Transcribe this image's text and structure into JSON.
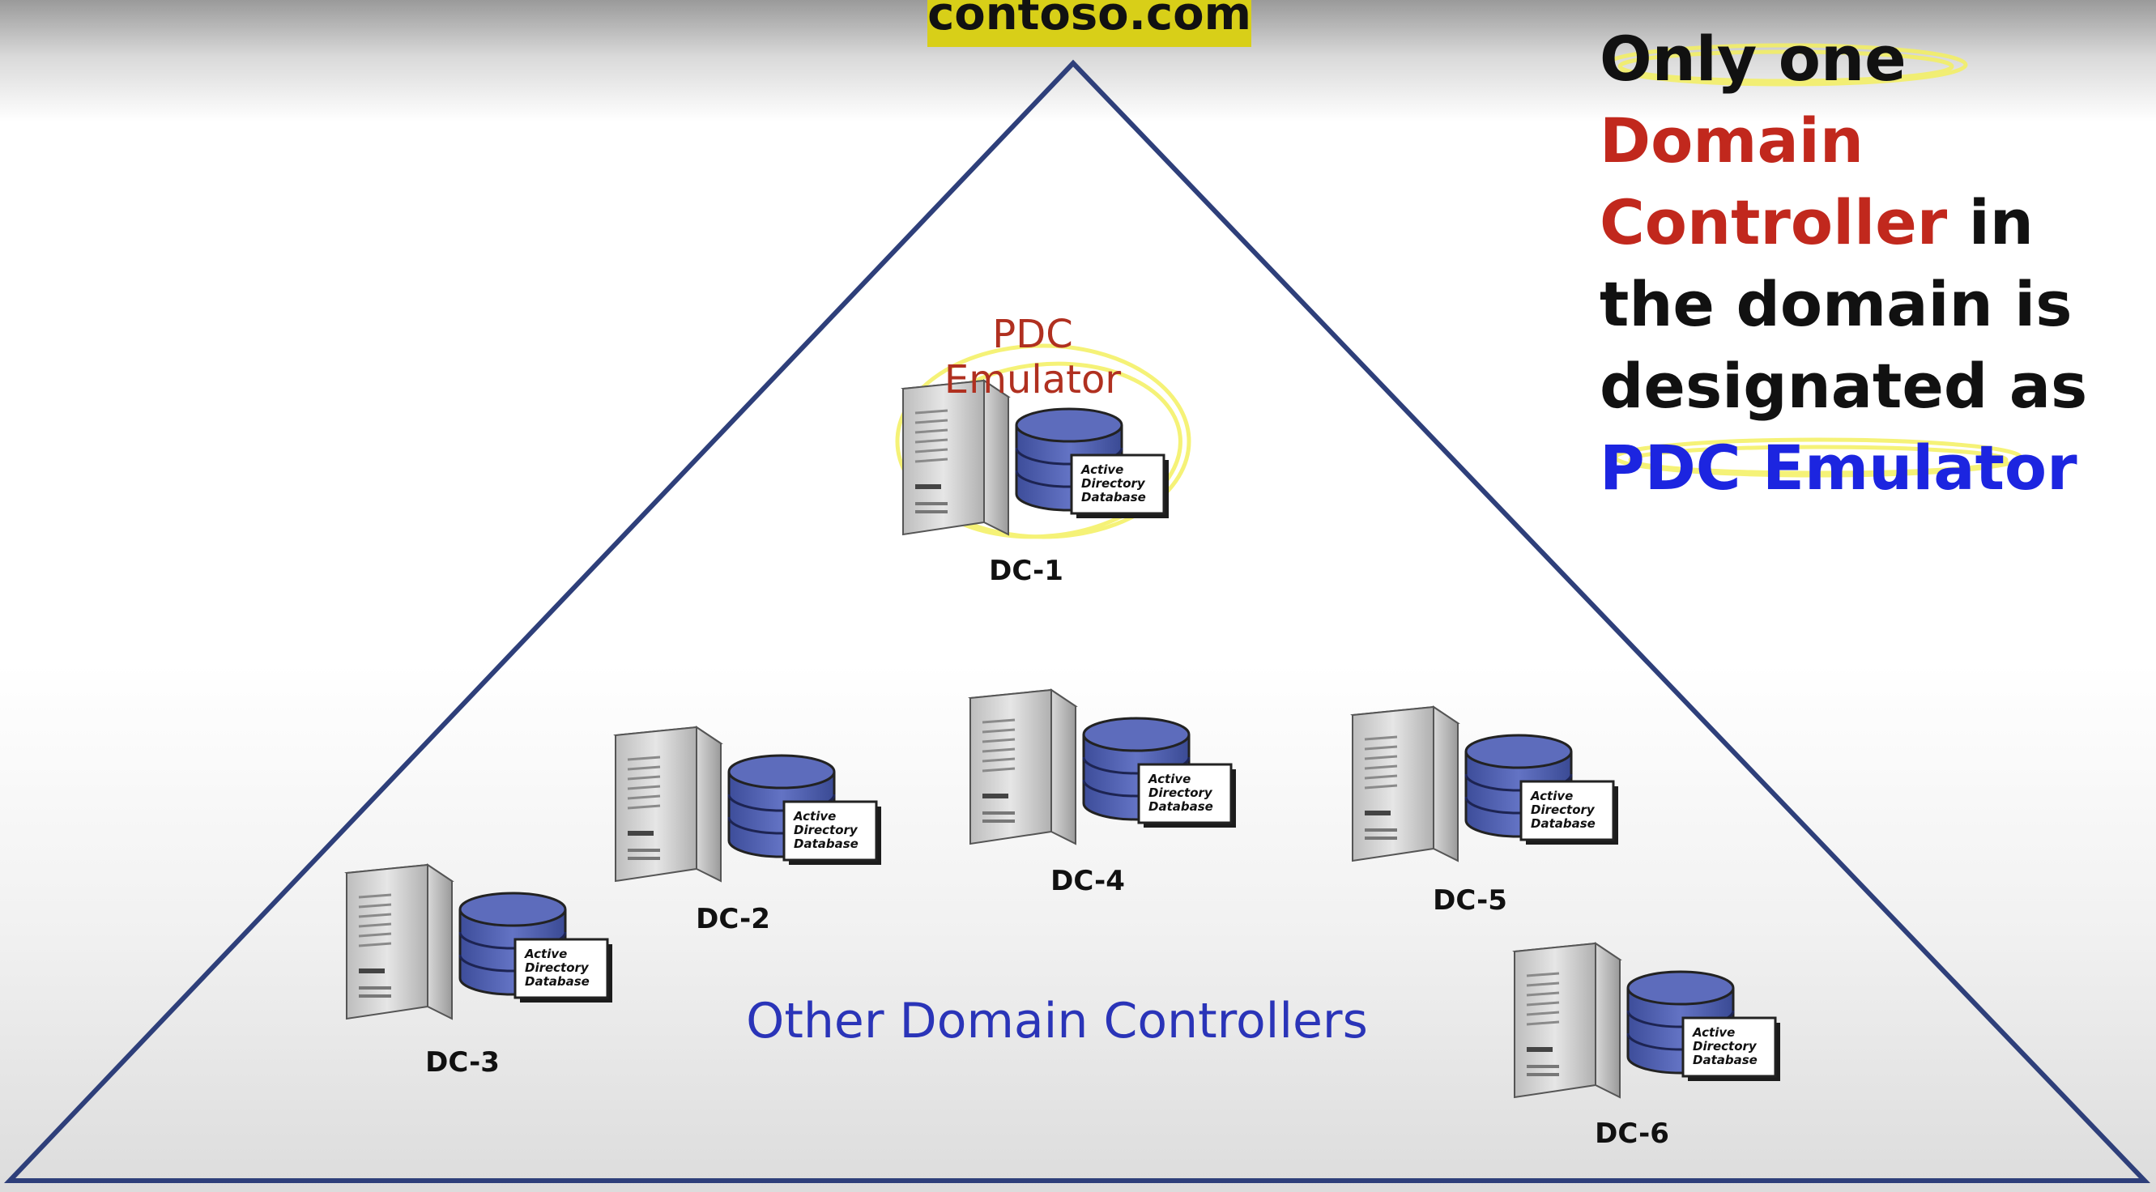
{
  "domain": {
    "name": "contoso.com"
  },
  "pdc": {
    "title": "PDC Emulator"
  },
  "database_label": [
    "Active",
    "Directory",
    "Database"
  ],
  "controllers": [
    {
      "id": "dc1",
      "name": "DC-1"
    },
    {
      "id": "dc2",
      "name": "DC-2"
    },
    {
      "id": "dc3",
      "name": "DC-3"
    },
    {
      "id": "dc4",
      "name": "DC-4"
    },
    {
      "id": "dc5",
      "name": "DC-5"
    },
    {
      "id": "dc6",
      "name": "DC-6"
    }
  ],
  "other_group": {
    "title": "Other Domain Controllers"
  },
  "callout": {
    "part1": "Only one",
    "part2": "Domain",
    "part3": "Controller",
    "part4": " in",
    "part5": "the domain is",
    "part6": "designated as",
    "part7": "PDC Emulator"
  },
  "colors": {
    "triangle": "#2e3f7a",
    "highlight": "#f4f060",
    "database": "#4a5aa8",
    "server": "#c9c9c9"
  }
}
